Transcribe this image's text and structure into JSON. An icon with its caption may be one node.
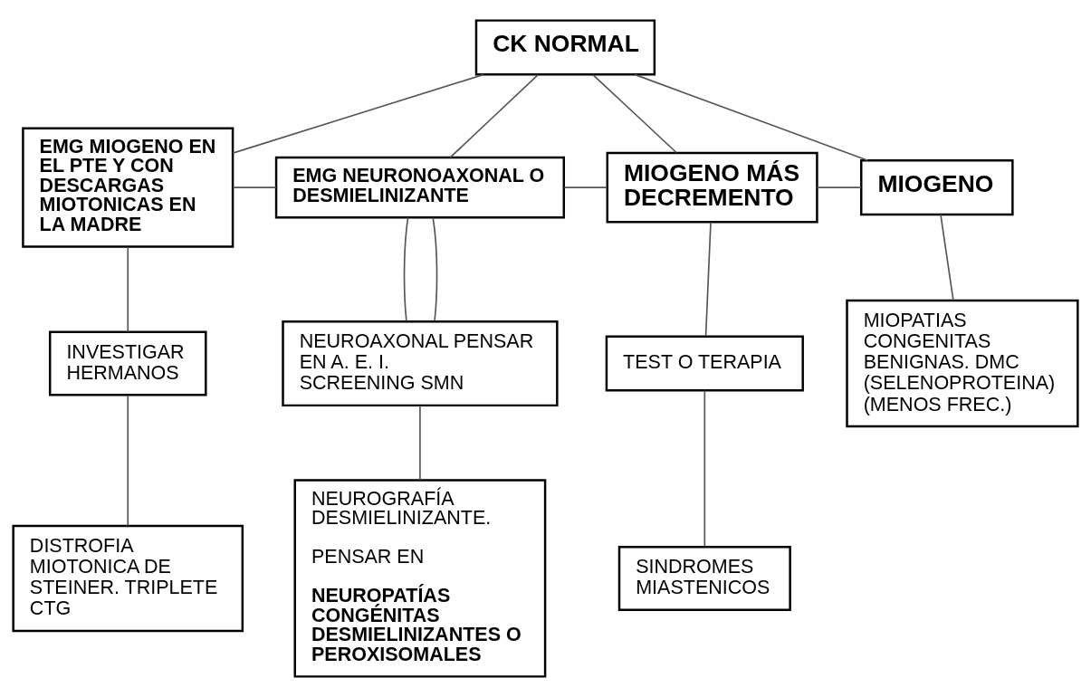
{
  "diagram": {
    "nodes": [
      {
        "text": [
          "CK NORMAL"
        ]
      },
      {
        "text": [
          "EMG MIOGENO EN EL PTE Y CON DESCARGAS MIOTONICAS EN LA MADRE"
        ]
      },
      {
        "text": [
          "EMG NEURONOAXONAL O DESMIELINIZANTE"
        ]
      },
      {
        "text": [
          "MIOGENO MÁS DECREMENTO"
        ]
      },
      {
        "text": [
          "MIOGENO"
        ]
      },
      {
        "text": [
          "INVESTIGAR HERMANOS"
        ]
      },
      {
        "text": [
          "NEUROAXONAL PENSAR EN A. E. I. SCREENING SMN"
        ]
      },
      {
        "text": [
          "TEST O TERAPIA"
        ]
      },
      {
        "text": [
          "MIOPATIAS CONGENITAS BENIGNAS. DMC (SELENOPROTEINA) (MENOS FREC.)"
        ]
      },
      {
        "text": [
          "DISTROFIA MIOTONICA DE STEINER. TRIPLETE CTG"
        ]
      },
      {
        "text": [
          "NEUROGRAFÍA DESMIELINIZANTE.",
          "PENSAR EN",
          "NEUROPATÍAS CONGÉNITAS DESMIELINIZANTES O PEROXISOMALES"
        ]
      },
      {
        "text": [
          "SINDROMES MIASTENICOS"
        ]
      }
    ],
    "edges": [
      {
        "from": 0,
        "to": 1,
        "arrow": "none"
      },
      {
        "from": 0,
        "to": 2,
        "arrow": "none"
      },
      {
        "from": 0,
        "to": 3,
        "arrow": "none"
      },
      {
        "from": 0,
        "to": 4,
        "arrow": "none"
      },
      {
        "from": 1,
        "to": 2,
        "arrow": "none"
      },
      {
        "from": 2,
        "to": 3,
        "arrow": "none"
      },
      {
        "from": 3,
        "to": 4,
        "arrow": "none"
      },
      {
        "from": 1,
        "to": 5,
        "arrow": "none"
      },
      {
        "from": 5,
        "to": 9,
        "arrow": "none"
      },
      {
        "from": 2,
        "to": 6,
        "arrow": "none"
      },
      {
        "from": 2,
        "to": 6,
        "arrow": "none"
      },
      {
        "from": 6,
        "to": 10,
        "arrow": "none"
      },
      {
        "from": 3,
        "to": 7,
        "arrow": "none"
      },
      {
        "from": 7,
        "to": 11,
        "arrow": "none"
      },
      {
        "from": 4,
        "to": 8,
        "arrow": "none"
      }
    ]
  }
}
